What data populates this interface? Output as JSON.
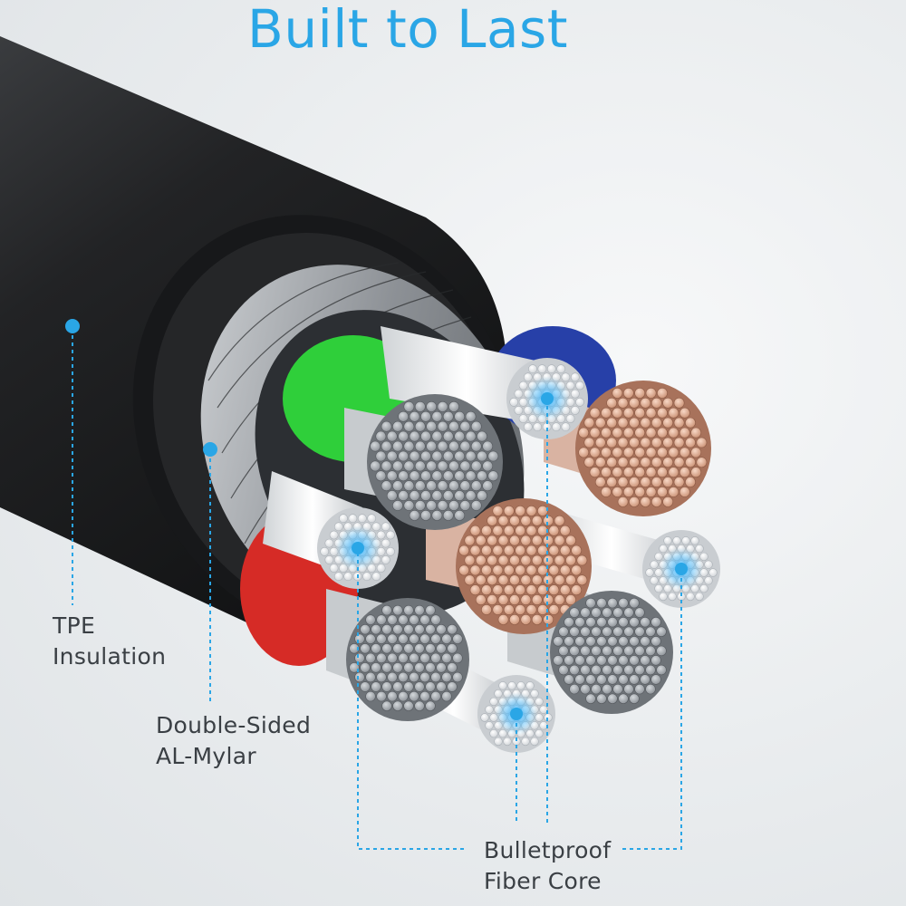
{
  "title": "Built to Last",
  "labels": {
    "tpe": [
      "TPE",
      "Insulation"
    ],
    "mylar": [
      "Double-Sided",
      "AL-Mylar"
    ],
    "fiber": [
      "Bulletproof",
      "Fiber Core"
    ]
  },
  "colors": {
    "accent": "#2aa6e6",
    "jacket": "#1c1d1f",
    "green": "#2fcf3a",
    "red": "#d62b26",
    "blue": "#2740a8",
    "copper": "#e0a98f",
    "tinned": "#9ea4aa",
    "fiber": "#f1f3f5"
  }
}
